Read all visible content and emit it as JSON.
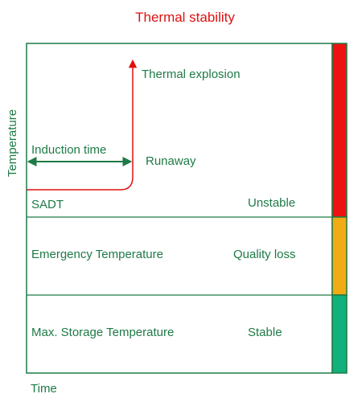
{
  "title": "Thermal stability",
  "axes": {
    "y_label": "Temperature",
    "x_label": "Time"
  },
  "curve": {
    "explosion_label": "Thermal explosion",
    "induction_label": "Induction time",
    "runaway_label": "Runaway"
  },
  "zones": [
    {
      "left_label": "SADT",
      "right_label": "Unstable",
      "color": "#ee1111"
    },
    {
      "left_label": "Emergency Temperature",
      "right_label": "Quality loss",
      "color": "#f2ab14"
    },
    {
      "left_label": "Max. Storage Temperature",
      "right_label": "Stable",
      "color": "#12b07a"
    }
  ],
  "colors": {
    "frame": "#1e7a46",
    "text": "#1e7a46",
    "title": "#dd1111",
    "curve": "#e01010"
  }
}
